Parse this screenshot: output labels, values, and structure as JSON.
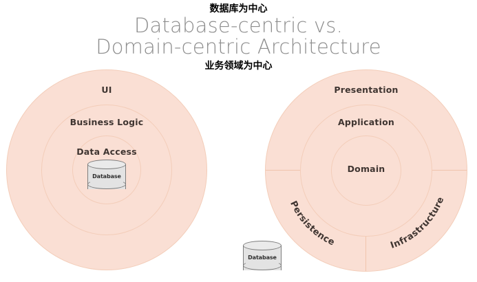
{
  "title": {
    "line1": "Database-centric vs.",
    "line2": "Domain-centric Architecture",
    "color": "#8d8d8d"
  },
  "annotations": {
    "top": "数据库为中心",
    "bottom": "业务领域为中心",
    "color": "#000000"
  },
  "palette": {
    "ring_fill": "#fadfd4",
    "ring_border": "#f3cdb9",
    "divider": "#f0c4ad",
    "label_text": "#3f3531",
    "cylinder_fill": "#e3e3e3",
    "cylinder_border": "#7d7d7d",
    "background": "#ffffff"
  },
  "diagrams": [
    {
      "id": "database-centric",
      "name": "Database-centric Architecture",
      "layers": [
        {
          "label": "UI"
        },
        {
          "label": "Business Logic"
        },
        {
          "label": "Data Access"
        }
      ],
      "center_element": {
        "label": "Database",
        "shape": "cylinder"
      }
    },
    {
      "id": "domain-centric",
      "name": "Domain-centric Architecture",
      "layers": [
        {
          "label": "Presentation"
        },
        {
          "label": "Application"
        },
        {
          "label": "Domain"
        }
      ],
      "sectors": [
        {
          "label": "Persistence"
        },
        {
          "label": "Infrastructure"
        }
      ],
      "external_element": {
        "label": "Database",
        "shape": "cylinder"
      }
    }
  ]
}
